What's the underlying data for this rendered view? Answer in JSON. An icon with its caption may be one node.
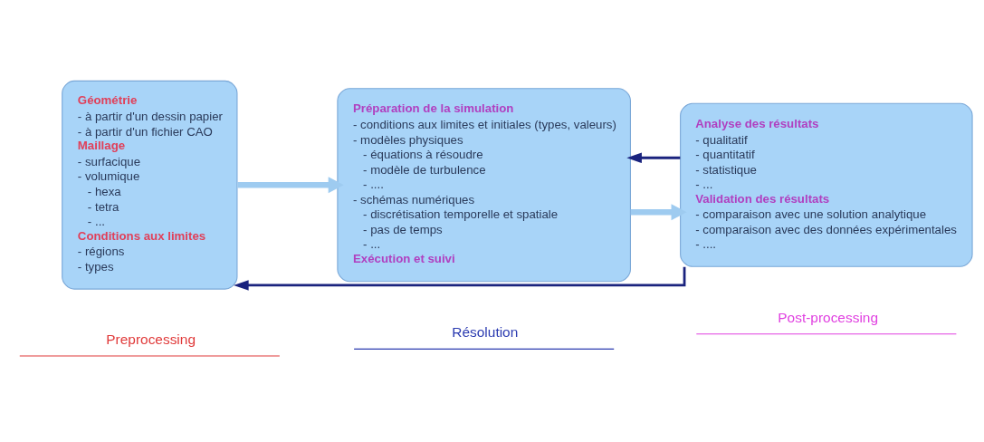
{
  "diagram": {
    "nodes": [
      {
        "text": [
          "Géométrie",
          "- à partir d'un dessin papier",
          "- à partir d'un fichier CAO",
          "Maillage",
          "- surfacique",
          "- volumique",
          "- hexa",
          "- tetra",
          "- ...",
          "Conditions aux limites",
          "- régions",
          "- types"
        ]
      },
      {
        "text": [
          "Préparation de la simulation",
          "- conditions aux limites et initiales (types, valeurs)",
          "- modèles physiques",
          "- équations à résoudre",
          "- modèle de turbulence",
          "- ....",
          "- schémas numériques",
          "- discrétisation temporelle et spatiale",
          "- pas de temps",
          "- ...",
          "Exécution et suivi"
        ]
      },
      {
        "text": [
          "Analyse des résultats",
          "- qualitatif",
          "- quantitatif",
          "- statistique",
          "- ...",
          "Validation des résultats",
          "- comparaison avec une solution analytique",
          "- comparaison avec des données expérimentales",
          "- ...."
        ]
      }
    ],
    "edges": [
      {
        "from": 0,
        "to": 1,
        "arrow": "to",
        "style": "thick",
        "color": "#9ecbf0"
      },
      {
        "from": 1,
        "to": 2,
        "arrow": "to",
        "style": "thick",
        "color": "#9ecbf0"
      },
      {
        "from": 2,
        "to": 0,
        "arrow": "to",
        "color": "#1a237e"
      },
      {
        "from": 2,
        "to": 1,
        "arrow": "to",
        "color": "#1a237e"
      }
    ],
    "labels": [
      "Preprocessing",
      "Résolution",
      "Post-processing"
    ]
  }
}
